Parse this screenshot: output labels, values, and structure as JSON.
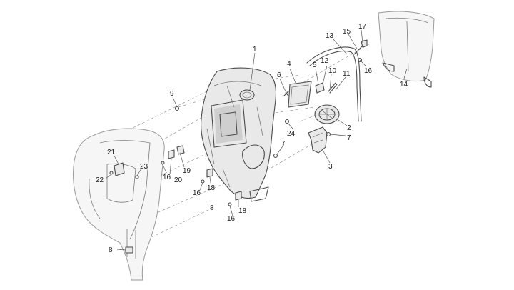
{
  "callouts": [
    {
      "id": "c1",
      "label": "1"
    },
    {
      "id": "c2",
      "label": "2"
    },
    {
      "id": "c3",
      "label": "3"
    },
    {
      "id": "c4",
      "label": "4"
    },
    {
      "id": "c5",
      "label": "5"
    },
    {
      "id": "c6",
      "label": "6"
    },
    {
      "id": "c7a",
      "label": "7"
    },
    {
      "id": "c7b",
      "label": "7"
    },
    {
      "id": "c8a",
      "label": "8"
    },
    {
      "id": "c8b",
      "label": "8"
    },
    {
      "id": "c9",
      "label": "9"
    },
    {
      "id": "c10",
      "label": "10"
    },
    {
      "id": "c11",
      "label": "11"
    },
    {
      "id": "c12",
      "label": "12"
    },
    {
      "id": "c13",
      "label": "13"
    },
    {
      "id": "c14",
      "label": "14"
    },
    {
      "id": "c15",
      "label": "15"
    },
    {
      "id": "c16a",
      "label": "16"
    },
    {
      "id": "c16b",
      "label": "16"
    },
    {
      "id": "c16c",
      "label": "16"
    },
    {
      "id": "c16d",
      "label": "16"
    },
    {
      "id": "c17",
      "label": "17"
    },
    {
      "id": "c18a",
      "label": "18"
    },
    {
      "id": "c18b",
      "label": "18"
    },
    {
      "id": "c19",
      "label": "19"
    },
    {
      "id": "c20",
      "label": "20"
    },
    {
      "id": "c21",
      "label": "21"
    },
    {
      "id": "c22",
      "label": "22"
    },
    {
      "id": "c23",
      "label": "23"
    },
    {
      "id": "c24",
      "label": "24"
    }
  ]
}
